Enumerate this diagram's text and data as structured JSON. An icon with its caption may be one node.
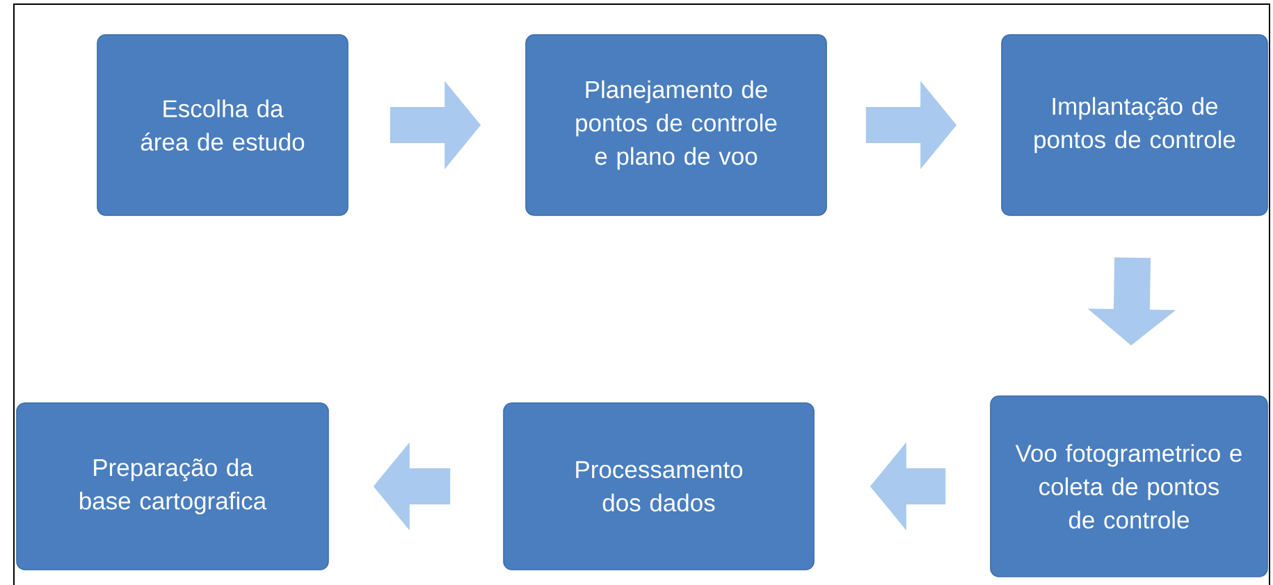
{
  "diagram": {
    "nodes": [
      {
        "text": [
          "Escolha da área de estudo"
        ]
      },
      {
        "text": [
          "Planejamento de pontos de controle e plano de voo"
        ]
      },
      {
        "text": [
          "Implantação de pontos de controle"
        ]
      },
      {
        "text": [
          "Voo fotogrametrico e coleta de pontos de controle"
        ]
      },
      {
        "text": [
          "Processamento dos dados"
        ]
      },
      {
        "text": [
          "Preparação da base cartografica"
        ]
      }
    ],
    "edges": [
      {
        "from": 0,
        "to": 1,
        "arrow": "to"
      },
      {
        "from": 1,
        "to": 2,
        "arrow": "to"
      },
      {
        "from": 2,
        "to": 3,
        "arrow": "to"
      },
      {
        "from": 3,
        "to": 4,
        "arrow": "to"
      },
      {
        "from": 4,
        "to": 5,
        "arrow": "to"
      }
    ]
  }
}
